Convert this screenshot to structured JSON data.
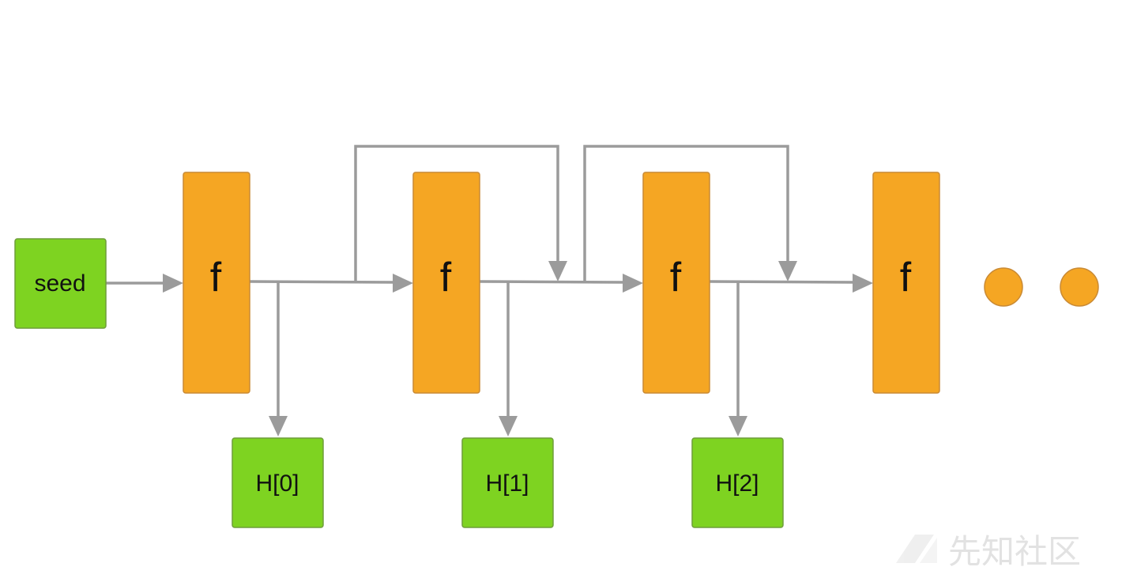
{
  "diagram": {
    "seed_label": "seed",
    "function_label": "f",
    "outputs": [
      "H[0]",
      "H[1]",
      "H[2]"
    ],
    "continuation": "ellipsis",
    "colors": {
      "input_output_fill": "#7ed321",
      "function_fill": "#f5a623",
      "connector": "#9b9b9b"
    }
  },
  "watermark": {
    "text": "先知社区"
  }
}
